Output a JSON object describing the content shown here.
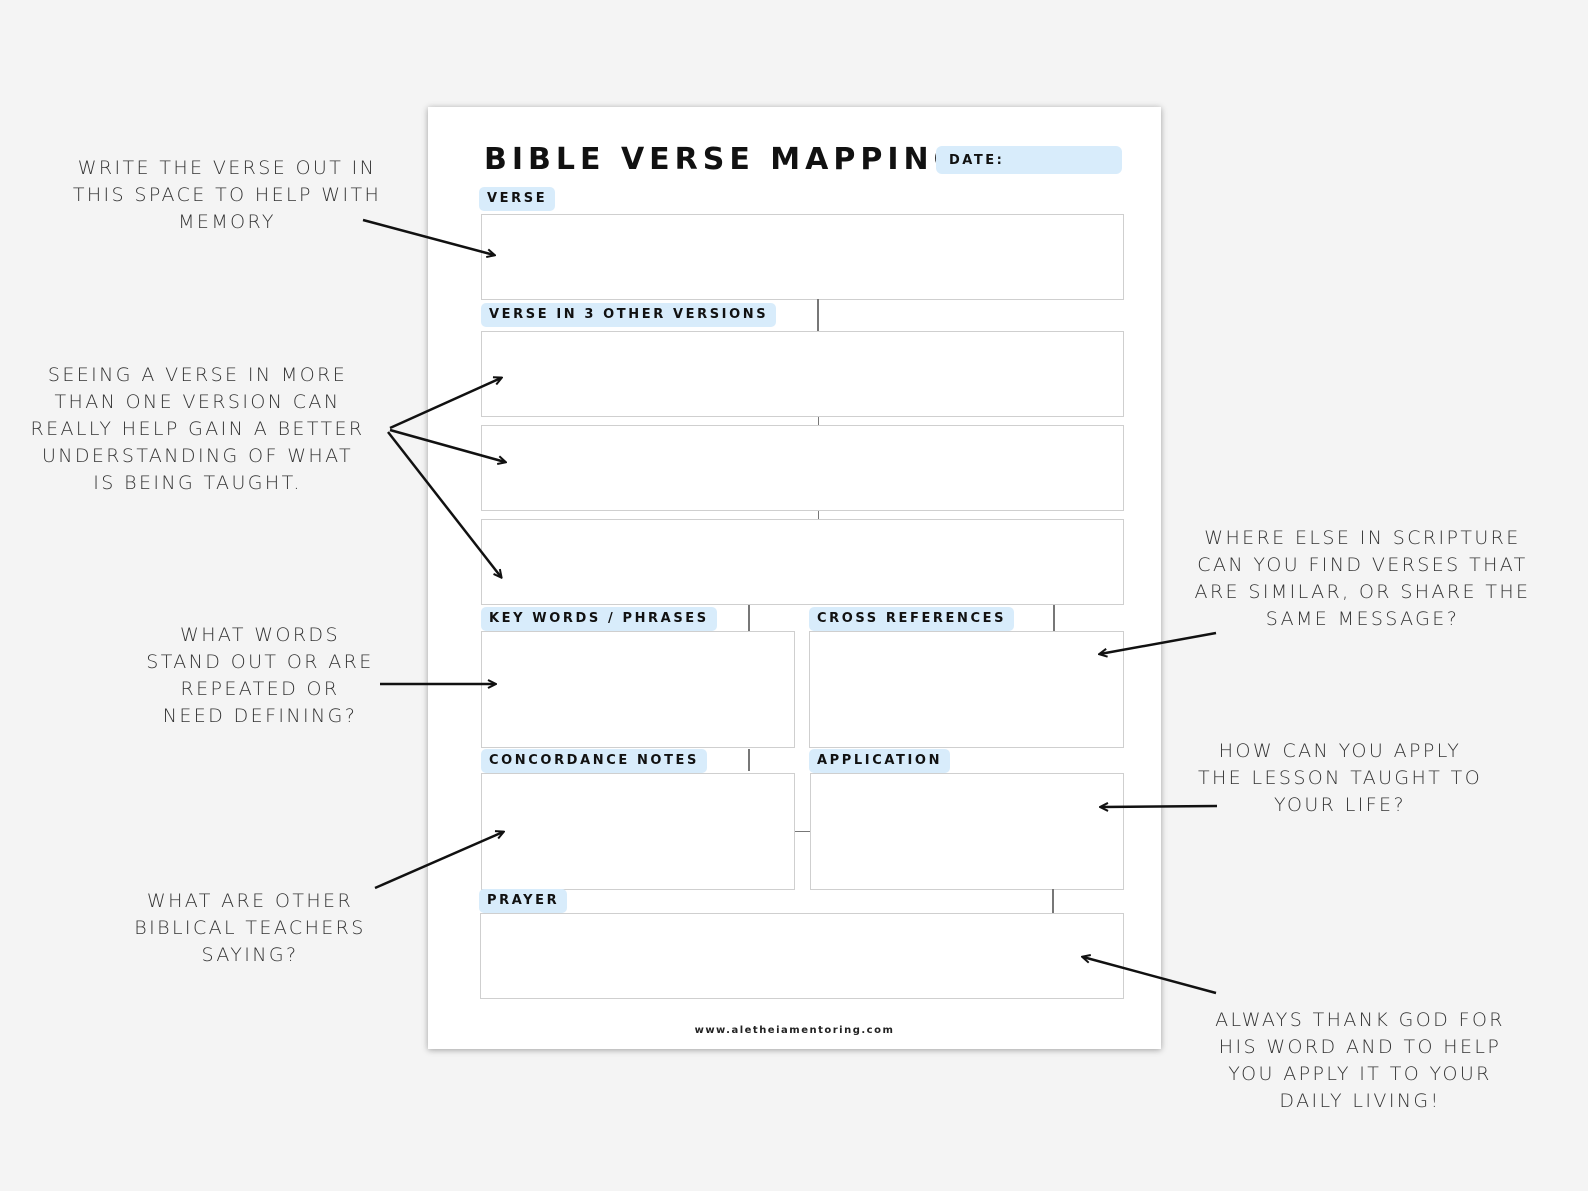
{
  "worksheet": {
    "title": "BIBLE VERSE MAPPING",
    "date_label": "DATE:",
    "sections": {
      "verse": "VERSE",
      "versions": "VERSE IN 3 OTHER VERSIONS",
      "key_words": "KEY WORDS / PHRASES",
      "cross_references": "CROSS REFERENCES",
      "concordance": "CONCORDANCE NOTES",
      "application": "APPLICATION",
      "prayer": "PRAYER"
    },
    "footer": "www.aletheiamentoring.com",
    "accent_color": "#d8ecfb"
  },
  "annotations": {
    "verse": "WRITE THE VERSE OUT IN\nTHIS SPACE TO HELP WITH\nMEMORY",
    "versions": "SEEING A VERSE IN MORE\nTHAN ONE VERSION CAN\nREALLY HELP GAIN A BETTER\nUNDERSTANDING OF WHAT\nIS BEING TAUGHT.",
    "key_words": "WHAT WORDS\nSTAND OUT OR ARE\nREPEATED OR\nNEED DEFINING?",
    "concordance": "WHAT ARE OTHER\nBIBLICAL TEACHERS\nSAYING?",
    "cross_references": "WHERE ELSE IN SCRIPTURE\nCAN YOU FIND VERSES THAT\nARE SIMILAR, OR SHARE THE\nSAME MESSAGE?",
    "application": "HOW CAN YOU APPLY\nTHE LESSON TAUGHT TO\nYOUR LIFE?",
    "prayer": "ALWAYS THANK GOD FOR\nHIS WORD AND TO HELP\nYOU APPLY IT TO YOUR\nDAILY LIVING!"
  }
}
